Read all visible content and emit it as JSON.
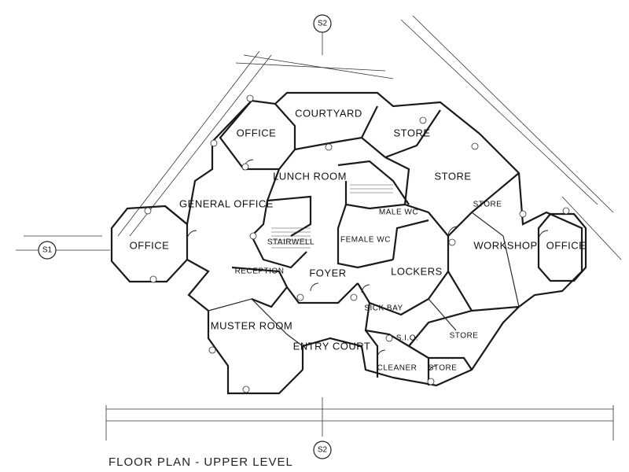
{
  "drawing": {
    "title": "FLOOR PLAN - UPPER LEVEL",
    "section_markers": [
      "S2",
      "S1",
      "S2"
    ]
  },
  "rooms": [
    {
      "name": "OFFICE"
    },
    {
      "name": "COURTYARD"
    },
    {
      "name": "STORE"
    },
    {
      "name": "LUNCH ROOM"
    },
    {
      "name": "STORE"
    },
    {
      "name": "GENERAL OFFICE"
    },
    {
      "name": "MALE WC"
    },
    {
      "name": "STORE"
    },
    {
      "name": "OFFICE"
    },
    {
      "name": "STAIRWELL"
    },
    {
      "name": "FEMALE WC"
    },
    {
      "name": "WORKSHOP"
    },
    {
      "name": "OFFICE"
    },
    {
      "name": "RECEPTION"
    },
    {
      "name": "FOYER"
    },
    {
      "name": "LOCKERS"
    },
    {
      "name": "SICK BAY"
    },
    {
      "name": "MUSTER ROOM"
    },
    {
      "name": "S.I.O."
    },
    {
      "name": "STORE"
    },
    {
      "name": "ENTRY COURT"
    },
    {
      "name": "CLEANER"
    },
    {
      "name": "STORE"
    }
  ]
}
